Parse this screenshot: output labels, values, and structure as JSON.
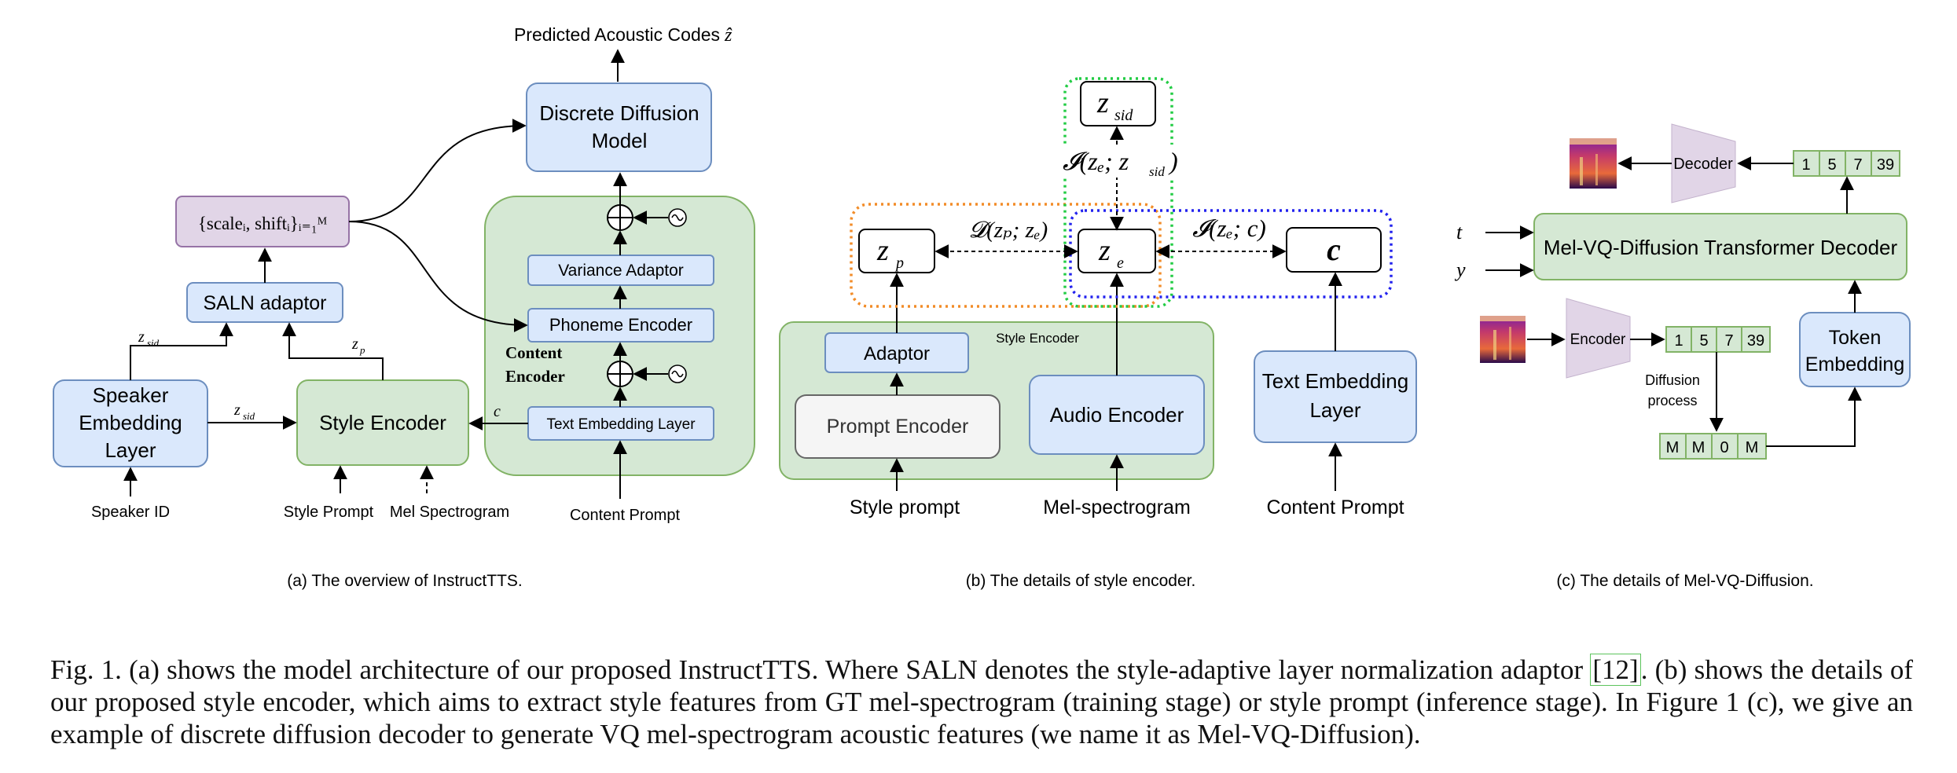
{
  "panel_a": {
    "caption": "(a) The overview of InstructTTS.",
    "output_label": "Predicted Acoustic Codes",
    "output_symbol": "ẑ",
    "diffusion_model": [
      "Discrete Diffusion",
      "Model"
    ],
    "saln_params_label": "{scaleᵢ, shiftᵢ}ᵢ₌₁ᴹ",
    "saln_adaptor": "SALN adaptor",
    "speaker_embedding": [
      "Speaker",
      "Embedding",
      "Layer"
    ],
    "style_encoder": "Style Encoder",
    "variance_adaptor": "Variance Adaptor",
    "phoneme_encoder": "Phoneme Encoder",
    "text_embedding": "Text Embedding Layer",
    "content_encoder_label": [
      "Content",
      "Encoder"
    ],
    "z_sid": "z",
    "z_sid_sub": "sid",
    "z_p": "z",
    "z_p_sub": "p",
    "c_label": "c",
    "inputs": {
      "speaker_id": "Speaker ID",
      "style_prompt": "Style Prompt",
      "mel_spectrogram": "Mel Spectrogram",
      "content_prompt": "Content Prompt"
    }
  },
  "panel_b": {
    "caption": "(b) The details of style encoder.",
    "z_sid_box": "z",
    "z_sid_sub": "sid",
    "z_p_box": "z",
    "z_p_sub": "p",
    "z_e_box": "z",
    "z_e_sub": "e",
    "c_box": "c",
    "mi_top": "𝓘(zₑ; z",
    "mi_top_sub": "sid",
    "mi_top_end": ")",
    "d_label": "𝓓(zₚ; zₑ)",
    "mi_right": "𝓘(zₑ; c)",
    "style_encoder_label": "Style Encoder",
    "adaptor": "Adaptor",
    "prompt_encoder": "Prompt Encoder",
    "audio_encoder": "Audio Encoder",
    "text_embedding": [
      "Text Embedding",
      "Layer"
    ],
    "inputs": {
      "style_prompt": "Style prompt",
      "mel_spectrogram": "Mel-spectrogram",
      "content_prompt": "Content Prompt"
    }
  },
  "panel_c": {
    "caption": "(c) The details of Mel-VQ-Diffusion.",
    "decoder": "Decoder",
    "encoder": "Encoder",
    "transformer_decoder": "Mel-VQ-Diffusion Transformer Decoder",
    "token_embedding": [
      "Token",
      "Embedding"
    ],
    "diffusion_process": [
      "Diffusion",
      "process"
    ],
    "t_label": "t",
    "y_label": "y",
    "top_tokens": [
      "1",
      "5",
      "7",
      "39"
    ],
    "mid_tokens": [
      "1",
      "5",
      "7",
      "39"
    ],
    "masked_tokens": [
      "M",
      "M",
      "0",
      "M"
    ]
  },
  "caption": {
    "part1": "Fig. 1.  (a) shows the model architecture of our proposed InstructTTS. Where SALN denotes the style-adaptive layer normalization adaptor ",
    "ref": "[12]",
    "part2": ". (b) shows the details of our proposed style encoder, which aims to extract style features from GT mel-spectrogram (training stage) or style prompt (inference stage). In Figure 1 (c), we give an example of discrete diffusion decoder to generate VQ mel-spectrogram acoustic features (we name it as Mel-VQ-Diffusion)."
  },
  "colors": {
    "blue_fill": "#dae8fc",
    "blue_stroke": "#6c8ebf",
    "green_fill": "#d5e8d4",
    "green_stroke": "#82b366",
    "purple_fill": "#e1d5e7",
    "purple_stroke": "#9673a6",
    "orange_dot": "#f28c28",
    "green_dot": "#22cc44",
    "blue_dot": "#2222ee"
  }
}
